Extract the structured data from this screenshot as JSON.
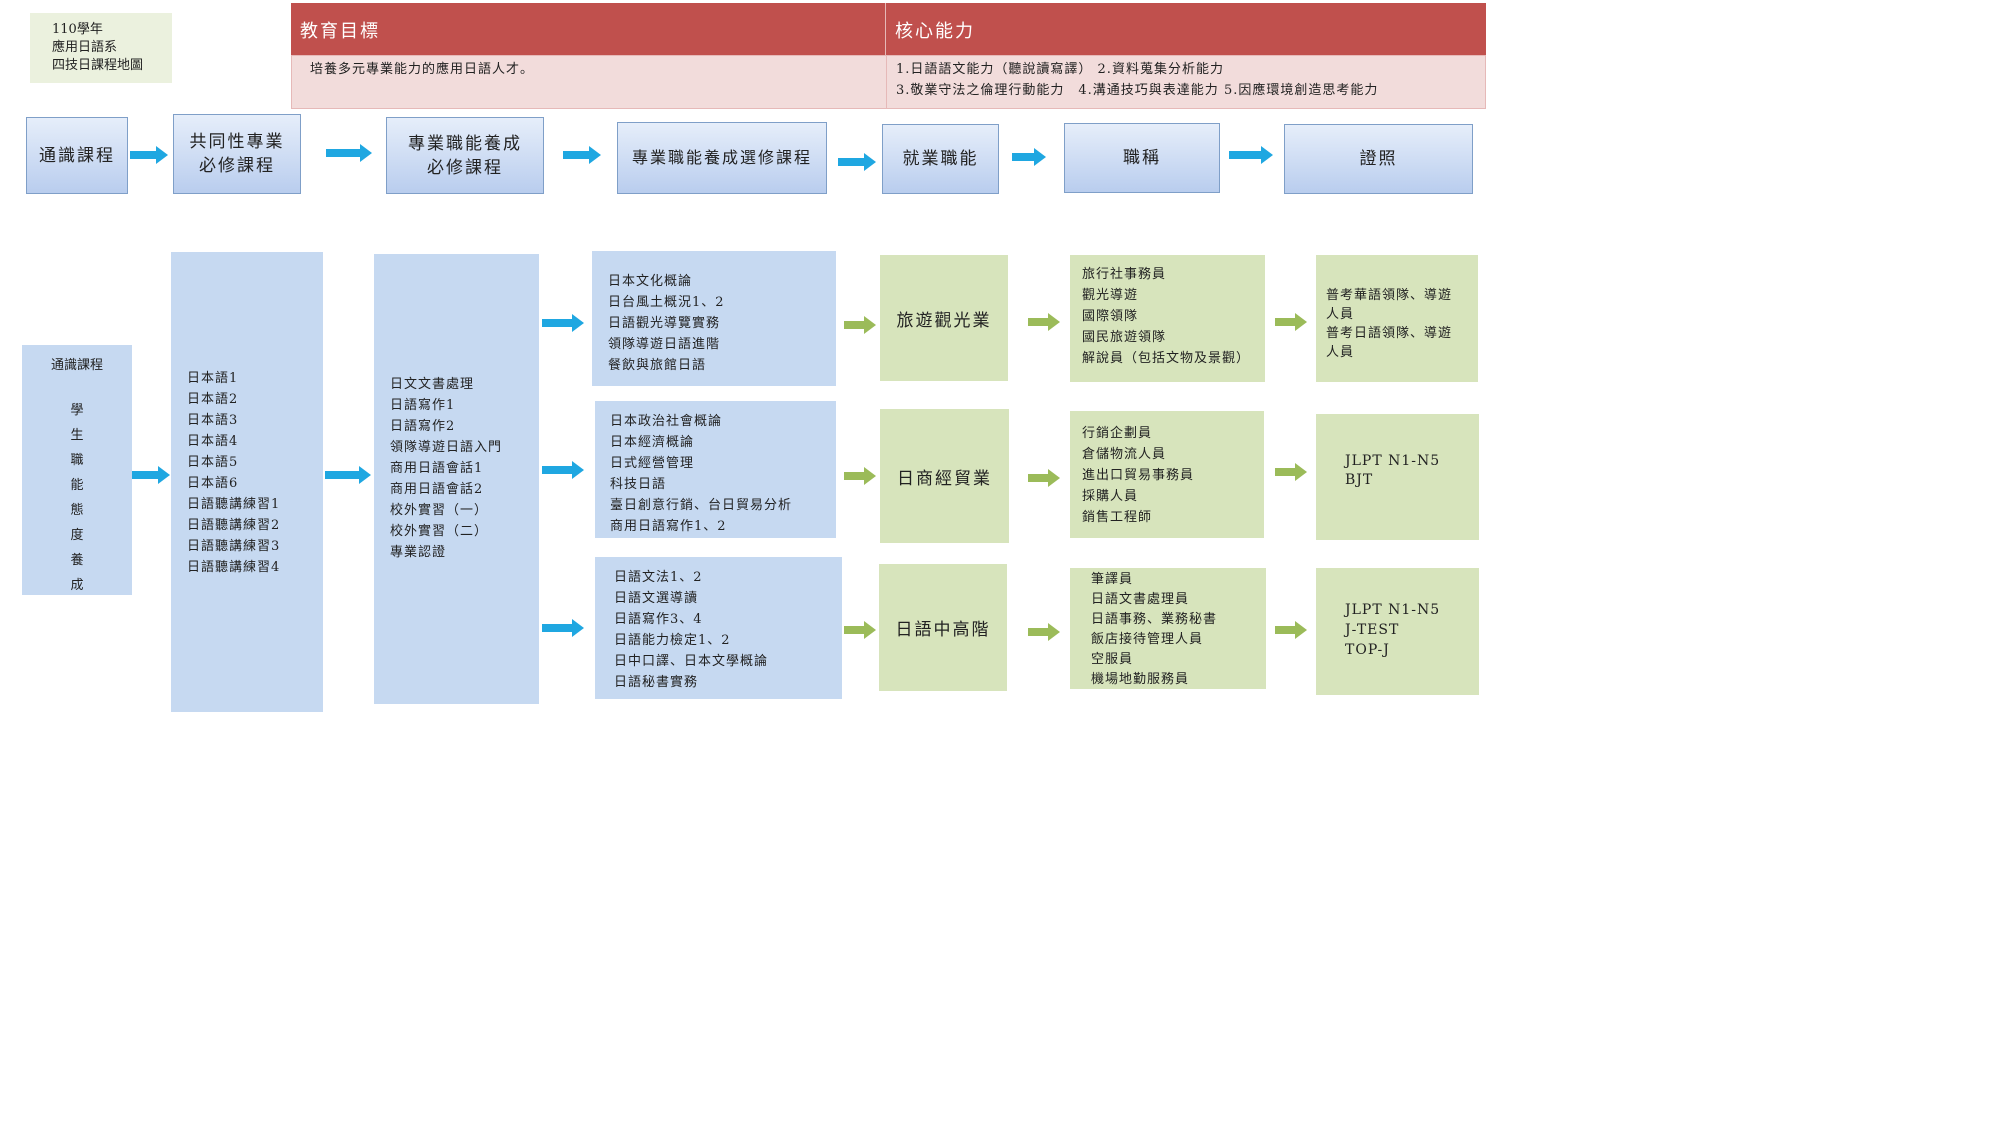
{
  "title": [
    "110學年",
    "應用日語系",
    "四技日課程地圖"
  ],
  "goals": {
    "objective_label": "教育目標",
    "core_label": "核心能力",
    "objective_text": "培養多元專業能力的應用日語人才。",
    "core_line1": "1.日語語文能力（聽說讀寫譯） 2.資料蒐集分析能力",
    "core_line2": "3.敬業守法之倫理行動能力　4.溝通技巧與表達能力 5.因應環境創造思考能力"
  },
  "headers": {
    "general": "通識課程",
    "common_line1": "共同性專業",
    "common_line2": "必修課程",
    "prof_line1": "專業職能養成",
    "prof_line2": "必修課程",
    "elective": "專業職能養成選修課程",
    "employment": "就業職能",
    "job_title": "職稱",
    "license": "證照"
  },
  "general_box": {
    "title": "通識課程",
    "chars": [
      "學",
      "生",
      "職",
      "能",
      "態",
      "度",
      "養",
      "成"
    ]
  },
  "common_courses": [
    "日本語1",
    "日本語2",
    "日本語3",
    "日本語4",
    "日本語5",
    "日本語6",
    "日語聽講練習1",
    "日語聽講練習2",
    "日語聽講練習3",
    "日語聽講練習4"
  ],
  "prof_courses": [
    "日文文書處理",
    "日語寫作1",
    "日語寫作2",
    "領隊導遊日語入門",
    "商用日語會話1",
    "商用日語會話2",
    "校外實習（一）",
    "校外實習（二）",
    "專業認證"
  ],
  "tracks": [
    {
      "electives": [
        "日本文化概論",
        "日台風土概況1、2",
        "日語觀光導覽實務",
        "領隊導遊日語進階",
        "餐飲與旅館日語"
      ],
      "field": "旅遊觀光業",
      "jobs": [
        "旅行社事務員",
        "觀光導遊",
        "國際領隊",
        "國民旅遊領隊",
        "解說員（包括文物及景觀）"
      ],
      "licenses": [
        "普考華語領隊、導遊",
        "人員",
        "普考日語領隊、導遊",
        "人員"
      ]
    },
    {
      "electives": [
        "日本政治社會概論",
        "日本經濟概論",
        "日式經營管理",
        "科技日語",
        "臺日創意行銷、台日貿易分析",
        "商用日語寫作1、2"
      ],
      "field": "日商經貿業",
      "jobs": [
        "行銷企劃員",
        "倉儲物流人員",
        "進出口貿易事務員",
        "採購人員",
        "銷售工程師"
      ],
      "licenses": [
        "JLPT N1-N5",
        "BJT"
      ]
    },
    {
      "electives": [
        "日語文法1、2",
        "日語文選導讀",
        "日語寫作3、4",
        "日語能力檢定1、2",
        "日中口譯、日本文學概論",
        "日語秘書實務"
      ],
      "field": "日語中高階",
      "jobs": [
        "筆譯員",
        "日語文書處理員",
        "日語事務、業務秘書",
        "飯店接待管理人員",
        "空服員",
        "機場地勤服務員"
      ],
      "licenses": [
        "JLPT N1-N5",
        "J-TEST",
        "TOP-J"
      ]
    }
  ],
  "colors": {
    "header_red": "#c0504d",
    "body_pink": "#f2dcdb",
    "blue_box": "#c6d9f1",
    "green_box": "#d7e4bc",
    "arrow_blue": "#1fa7e1",
    "arrow_green": "#9bbb59"
  }
}
